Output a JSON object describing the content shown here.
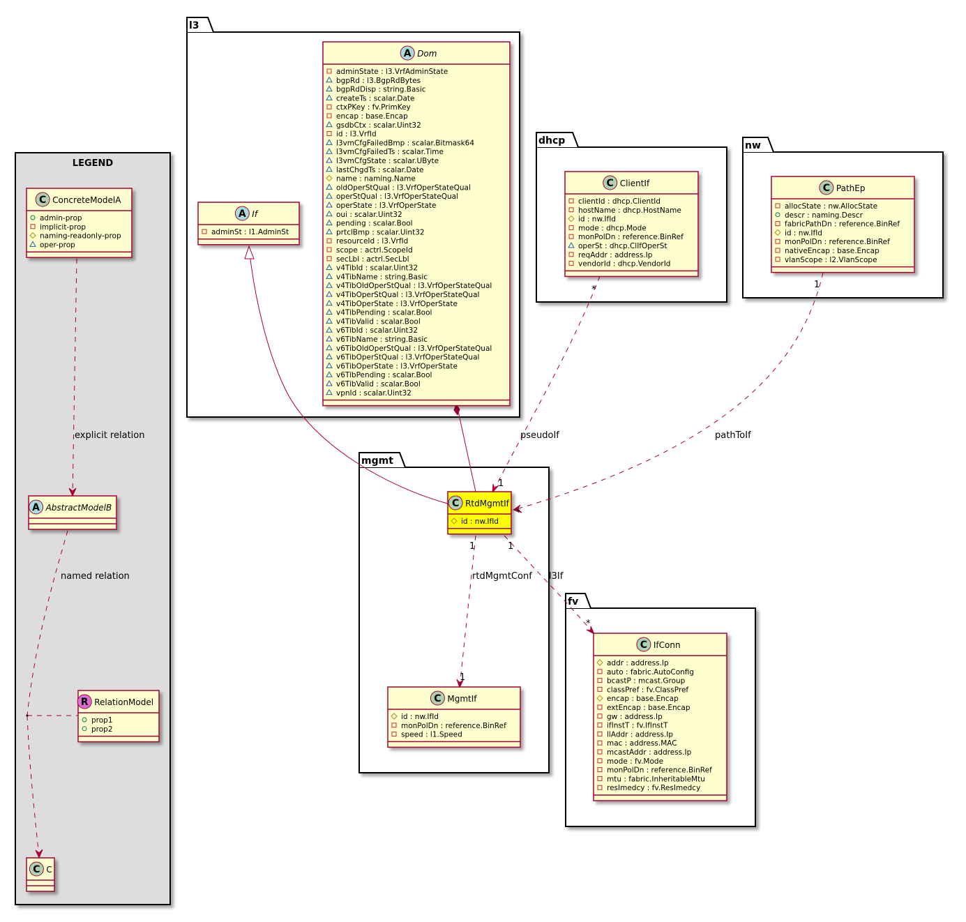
{
  "legend": {
    "title": "LEGEND",
    "concrete": {
      "name": "ConcreteModelA",
      "stereotype": "C",
      "attrs": [
        {
          "v": "+",
          "t": "admin-prop"
        },
        {
          "v": "-",
          "t": "implicit-prop"
        },
        {
          "v": "#",
          "t": "naming-readonly-prop"
        },
        {
          "v": "~",
          "t": "oper-prop"
        }
      ]
    },
    "abstract": {
      "name": "AbstractModelB",
      "stereotype": "A"
    },
    "relation": {
      "name": "RelationModel",
      "stereotype": "R",
      "attrs": [
        {
          "v": "+",
          "t": "prop1"
        },
        {
          "v": "+",
          "t": "prop2"
        }
      ]
    },
    "c": {
      "name": "C",
      "stereotype": "C"
    },
    "explicit_label": "explicit relation",
    "named_label": "named relation"
  },
  "packages": {
    "l3": "l3",
    "dhcp": "dhcp",
    "nw": "nw",
    "mgmt": "mgmt",
    "fv": "fv"
  },
  "classes": {
    "if": {
      "name": "If",
      "stereotype": "A",
      "attrs": [
        {
          "v": "-",
          "t": "adminSt : l1.AdminSt"
        }
      ]
    },
    "dom": {
      "name": "Dom",
      "stereotype": "A",
      "attrs": [
        {
          "v": "-",
          "t": "adminState : l3.VrfAdminState"
        },
        {
          "v": "~",
          "t": "bgpRd : l3.BgpRdBytes"
        },
        {
          "v": "~",
          "t": "bgpRdDisp : string.Basic"
        },
        {
          "v": "~",
          "t": "createTs : scalar.Date"
        },
        {
          "v": "-",
          "t": "ctxPKey : fv.PrimKey"
        },
        {
          "v": "-",
          "t": "encap : base.Encap"
        },
        {
          "v": "~",
          "t": "gsdbCtx : scalar.Uint32"
        },
        {
          "v": "-",
          "t": "id : l3.VrfId"
        },
        {
          "v": "~",
          "t": "l3vmCfgFailedBmp : scalar.Bitmask64"
        },
        {
          "v": "~",
          "t": "l3vmCfgFailedTs : scalar.Time"
        },
        {
          "v": "~",
          "t": "l3vmCfgState : scalar.UByte"
        },
        {
          "v": "~",
          "t": "lastChgdTs : scalar.Date"
        },
        {
          "v": "#",
          "t": "name : naming.Name"
        },
        {
          "v": "~",
          "t": "oldOperStQual : l3.VrfOperStateQual"
        },
        {
          "v": "~",
          "t": "operStQual : l3.VrfOperStateQual"
        },
        {
          "v": "~",
          "t": "operState : l3.VrfOperState"
        },
        {
          "v": "~",
          "t": "oui : scalar.Uint32"
        },
        {
          "v": "~",
          "t": "pending : scalar.Bool"
        },
        {
          "v": "~",
          "t": "prtclBmp : scalar.Uint32"
        },
        {
          "v": "-",
          "t": "resourceId : l3.VrfId"
        },
        {
          "v": "-",
          "t": "scope : actrl.ScopeId"
        },
        {
          "v": "-",
          "t": "secLbl : actrl.SecLbl"
        },
        {
          "v": "~",
          "t": "v4TibId : scalar.Uint32"
        },
        {
          "v": "~",
          "t": "v4TibName : string.Basic"
        },
        {
          "v": "~",
          "t": "v4TibOldOperStQual : l3.VrfOperStateQual"
        },
        {
          "v": "~",
          "t": "v4TibOperStQual : l3.VrfOperStateQual"
        },
        {
          "v": "~",
          "t": "v4TibOperState : l3.VrfOperState"
        },
        {
          "v": "~",
          "t": "v4TibPending : scalar.Bool"
        },
        {
          "v": "~",
          "t": "v4TibValid : scalar.Bool"
        },
        {
          "v": "~",
          "t": "v6TibId : scalar.Uint32"
        },
        {
          "v": "~",
          "t": "v6TibName : string.Basic"
        },
        {
          "v": "~",
          "t": "v6TibOldOperStQual : l3.VrfOperStateQual"
        },
        {
          "v": "~",
          "t": "v6TibOperStQual : l3.VrfOperStateQual"
        },
        {
          "v": "~",
          "t": "v6TibOperState : l3.VrfOperState"
        },
        {
          "v": "~",
          "t": "v6TibPending : scalar.Bool"
        },
        {
          "v": "~",
          "t": "v6TibValid : scalar.Bool"
        },
        {
          "v": "~",
          "t": "vpnId : scalar.Uint32"
        }
      ]
    },
    "clientif": {
      "name": "ClientIf",
      "stereotype": "C",
      "attrs": [
        {
          "v": "-",
          "t": "clientId : dhcp.ClientId"
        },
        {
          "v": "-",
          "t": "hostName : dhcp.HostName"
        },
        {
          "v": "#",
          "t": "id : nw.IfId"
        },
        {
          "v": "-",
          "t": "mode : dhcp.Mode"
        },
        {
          "v": "-",
          "t": "monPolDn : reference.BinRef"
        },
        {
          "v": "~",
          "t": "operSt : dhcp.ClIfOperSt"
        },
        {
          "v": "-",
          "t": "reqAddr : address.Ip"
        },
        {
          "v": "-",
          "t": "vendorId : dhcp.VendorId"
        }
      ]
    },
    "pathep": {
      "name": "PathEp",
      "stereotype": "C",
      "attrs": [
        {
          "v": "-",
          "t": "allocState : nw.AllocState"
        },
        {
          "v": "+",
          "t": "descr : naming.Descr"
        },
        {
          "v": "-",
          "t": "fabricPathDn : reference.BinRef"
        },
        {
          "v": "#",
          "t": "id : nw.IfId"
        },
        {
          "v": "-",
          "t": "monPolDn : reference.BinRef"
        },
        {
          "v": "-",
          "t": "nativeEncap : base.Encap"
        },
        {
          "v": "-",
          "t": "vlanScope : l2.VlanScope"
        }
      ]
    },
    "rtdmgmtif": {
      "name": "RtdMgmtIf",
      "stereotype": "C",
      "attrs": [
        {
          "v": "#",
          "t": "id : nw.IfId"
        }
      ]
    },
    "mgmtif": {
      "name": "MgmtIf",
      "stereotype": "C",
      "attrs": [
        {
          "v": "#",
          "t": "id : nw.IfId"
        },
        {
          "v": "-",
          "t": "monPolDn : reference.BinRef"
        },
        {
          "v": "-",
          "t": "speed : l1.Speed"
        }
      ]
    },
    "ifconn": {
      "name": "IfConn",
      "stereotype": "C",
      "attrs": [
        {
          "v": "#",
          "t": "addr : address.Ip"
        },
        {
          "v": "-",
          "t": "auto : fabric.AutoConfig"
        },
        {
          "v": "-",
          "t": "bcastP : mcast.Group"
        },
        {
          "v": "-",
          "t": "classPref : fv.ClassPref"
        },
        {
          "v": "#",
          "t": "encap : base.Encap"
        },
        {
          "v": "-",
          "t": "extEncap : base.Encap"
        },
        {
          "v": "-",
          "t": "gw : address.Ip"
        },
        {
          "v": "-",
          "t": "ifInstT : fv.IfInstT"
        },
        {
          "v": "-",
          "t": "llAddr : address.Ip"
        },
        {
          "v": "-",
          "t": "mac : address.MAC"
        },
        {
          "v": "-",
          "t": "mcastAddr : address.Ip"
        },
        {
          "v": "-",
          "t": "mode : fv.Mode"
        },
        {
          "v": "-",
          "t": "monPolDn : reference.BinRef"
        },
        {
          "v": "-",
          "t": "mtu : fabric.InheritableMtu"
        },
        {
          "v": "-",
          "t": "resImedcy : fv.ResImedcy"
        }
      ]
    }
  },
  "relations": {
    "pseudoif": {
      "label": "pseudoIf",
      "src_mult": "*",
      "dst_mult": "1"
    },
    "pathtoif": {
      "label": "pathToIf",
      "src_mult": "1",
      "dst_mult": "*"
    },
    "rtdmgmtconf": {
      "label": "rtdMgmtConf",
      "src_mult": "1",
      "dst_mult": "1"
    },
    "l3if": {
      "label": "l3If",
      "src_mult": "1",
      "dst_mult": "*"
    }
  },
  "colors": {
    "class_fill": "#FEFECE",
    "class_border": "#A80036",
    "highlight_fill": "#FFFF00",
    "legend_fill": "#DDDDDD",
    "stereo_c": "#ADD1B2",
    "stereo_a": "#A9DCDF",
    "stereo_r": "#DA70D6"
  }
}
